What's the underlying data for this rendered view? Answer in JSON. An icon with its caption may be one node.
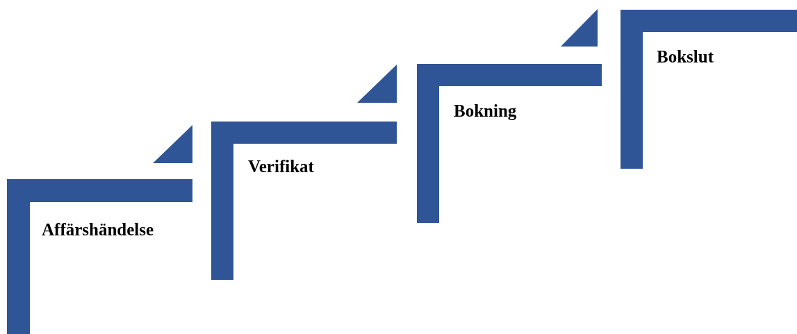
{
  "diagram": {
    "nodes": [
      {
        "text": [
          "Affärshändelse"
        ]
      },
      {
        "text": [
          "Verifikat"
        ]
      },
      {
        "text": [
          "Bokning"
        ]
      },
      {
        "text": [
          "Bokslut"
        ]
      }
    ]
  }
}
